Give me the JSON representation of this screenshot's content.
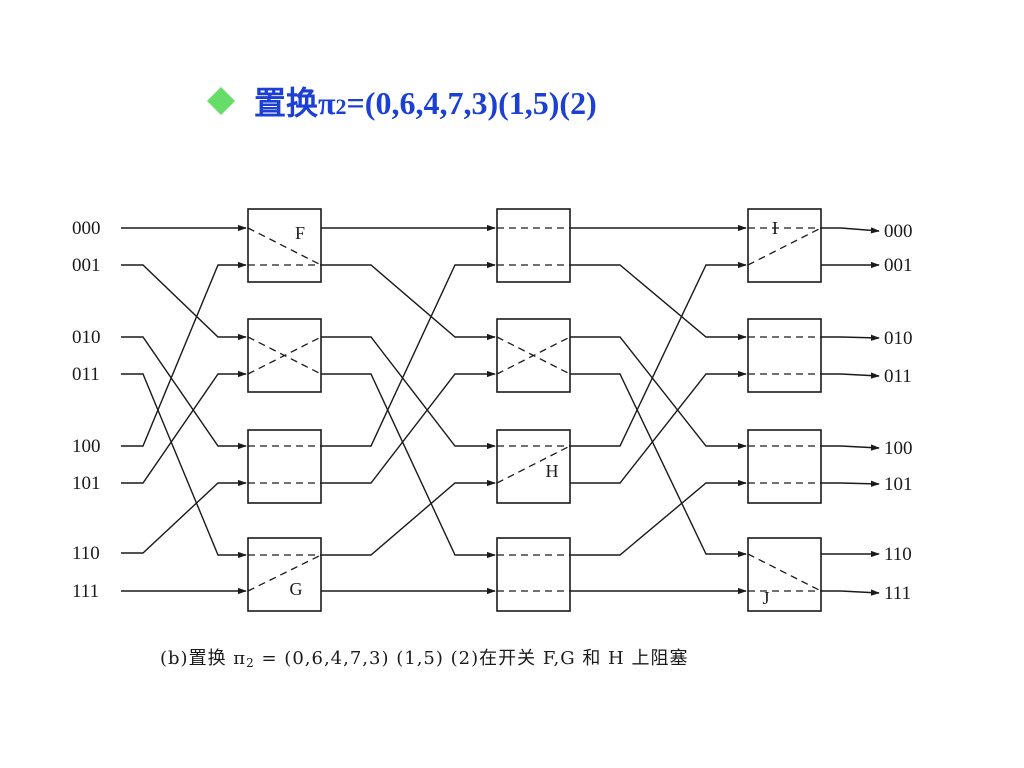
{
  "slide": {
    "bullet_icon": "diamond-bullet-icon",
    "bullet_color": "#66dd66",
    "title_color": "#1c3fd4",
    "title_prefix": "置换π",
    "title_sub": "2",
    "title_suffix": "=(0,6,4,7,3)(1,5)(2)"
  },
  "diagram": {
    "inputs": [
      "000",
      "001",
      "010",
      "011",
      "100",
      "101",
      "110",
      "111"
    ],
    "outputs": [
      "000",
      "001",
      "010",
      "011",
      "100",
      "101",
      "110",
      "111"
    ],
    "blocked_switch_labels": [
      "F",
      "G",
      "H",
      "I",
      "J"
    ]
  },
  "caption": {
    "prefix": "(b)置换 ",
    "pi": "π",
    "pi_sub": "2",
    "suffix": " = (0,6,4,7,3) (1,5) (2)在开关 F,G 和 H 上阻塞"
  }
}
